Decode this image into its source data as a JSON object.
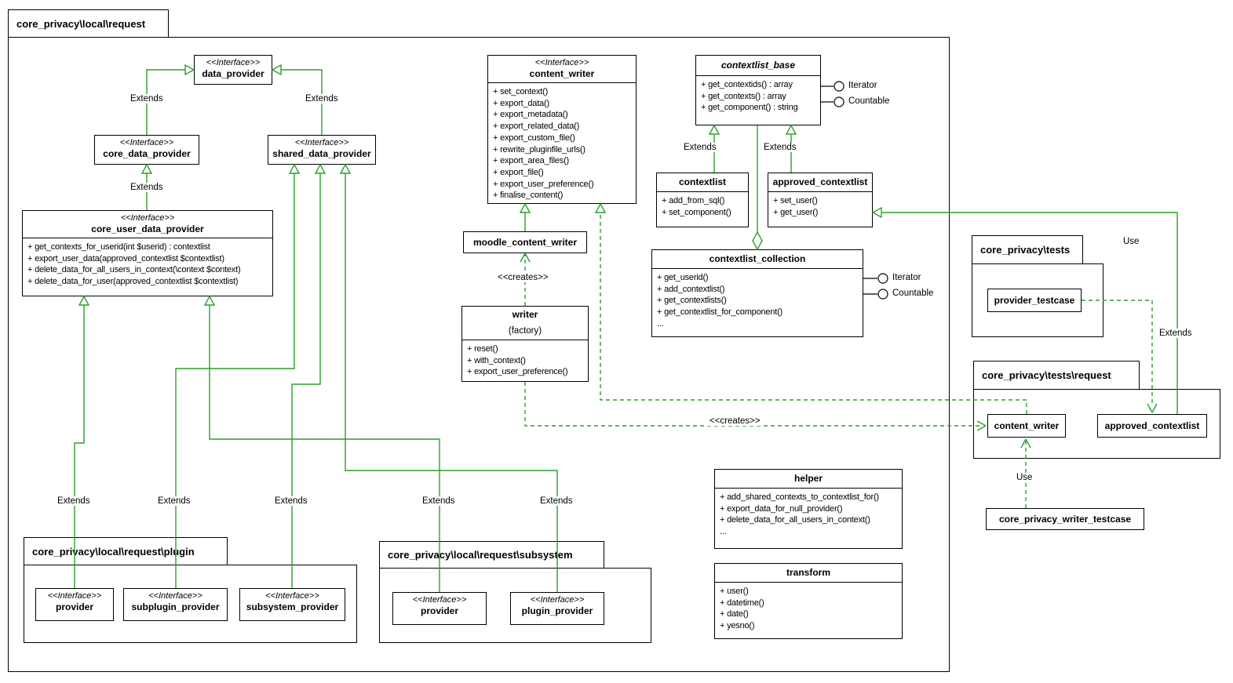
{
  "root_package": {
    "title": "core_privacy\\local\\request"
  },
  "labels": {
    "extends": "Extends",
    "use": "Use",
    "creates": "<<creates>>"
  },
  "interfaces": {
    "iterator": "Iterator",
    "countable": "Countable"
  },
  "packages": {
    "tests": {
      "title": "core_privacy\\tests"
    },
    "tests_request": {
      "title": "core_privacy\\tests\\request"
    },
    "plugin": {
      "title": "core_privacy\\local\\request\\plugin"
    },
    "subsystem": {
      "title": "core_privacy\\local\\request\\subsystem"
    }
  },
  "classes": {
    "data_provider": {
      "stereotype": "<<Interface>>",
      "name": "data_provider"
    },
    "core_data_provider": {
      "stereotype": "<<Interface>>",
      "name": "core_data_provider"
    },
    "shared_data_provider": {
      "stereotype": "<<Interface>>",
      "name": "shared_data_provider"
    },
    "core_user_data_provider": {
      "stereotype": "<<Interface>>",
      "name": "core_user_data_provider",
      "methods": [
        "+ get_contexts_for_userid(int $userid) : contextlist",
        "+ export_user_data(approved_contextlist $contextlist)",
        "+ delete_data_for_all_users_in_context(\\context $context)",
        "+ delete_data_for_user(approved_contextlist $contextlist)"
      ]
    },
    "content_writer": {
      "stereotype": "<<Interface>>",
      "name": "content_writer",
      "methods": [
        "+ set_context()",
        "+ export_data()",
        "+ export_metadata()",
        "+ export_related_data()",
        "+ export_custom_file()",
        "+ rewrite_pluginfile_urls()",
        "+ export_area_files()",
        "+ export_file()",
        "+ export_user_preference()",
        "+ finalise_content()"
      ]
    },
    "contextlist_base": {
      "name": "contextlist_base",
      "methods": [
        "+ get_contextids() : array",
        "+ get_contexts() : array",
        "+ get_component() : string"
      ]
    },
    "contextlist": {
      "name": "contextlist",
      "methods": [
        "+ add_from_sql()",
        "+ set_component()"
      ]
    },
    "approved_contextlist": {
      "name": "approved_contextlist",
      "methods": [
        "+ set_user()",
        "+ get_user()"
      ]
    },
    "moodle_content_writer": {
      "name": "moodle_content_writer"
    },
    "writer": {
      "name": "writer",
      "subtitle": "(factory)",
      "methods": [
        "+ reset()",
        "+ with_context()",
        "+ export_user_preference()"
      ]
    },
    "contextlist_collection": {
      "name": "contextlist_collection",
      "methods": [
        "+ get_userid()",
        "+ add_contextlist()",
        "+ get_contextlists()",
        "+ get_contextlist_for_component()",
        "..."
      ]
    },
    "helper": {
      "name": "helper",
      "methods": [
        "+ add_shared_contexts_to_contextlist_for()",
        "+ export_data_for_null_provider()",
        "+ delete_data_for_all_users_in_context()",
        "..."
      ]
    },
    "transform": {
      "name": "transform",
      "methods": [
        "+ user()",
        "+ datetime()",
        "+ date()",
        "+ yesno()"
      ]
    },
    "provider_testcase": {
      "name": "provider_testcase"
    },
    "tests_content_writer": {
      "name": "content_writer"
    },
    "tests_approved_contextlist": {
      "name": "approved_contextlist"
    },
    "core_privacy_writer_testcase": {
      "name": "core_privacy_writer_testcase"
    },
    "plugin_provider_iface": {
      "stereotype": "<<Interface>>",
      "name": "provider"
    },
    "subplugin_provider": {
      "stereotype": "<<Interface>>",
      "name": "subplugin_provider"
    },
    "subsystem_provider": {
      "stereotype": "<<Interface>>",
      "name": "subsystem_provider"
    },
    "subsystem_provider_iface": {
      "stereotype": "<<Interface>>",
      "name": "provider"
    },
    "subsystem_plugin_provider": {
      "stereotype": "<<Interface>>",
      "name": "plugin_provider"
    }
  },
  "colors": {
    "connector": "#2aa02a",
    "border": "#000000",
    "background": "#ffffff"
  }
}
